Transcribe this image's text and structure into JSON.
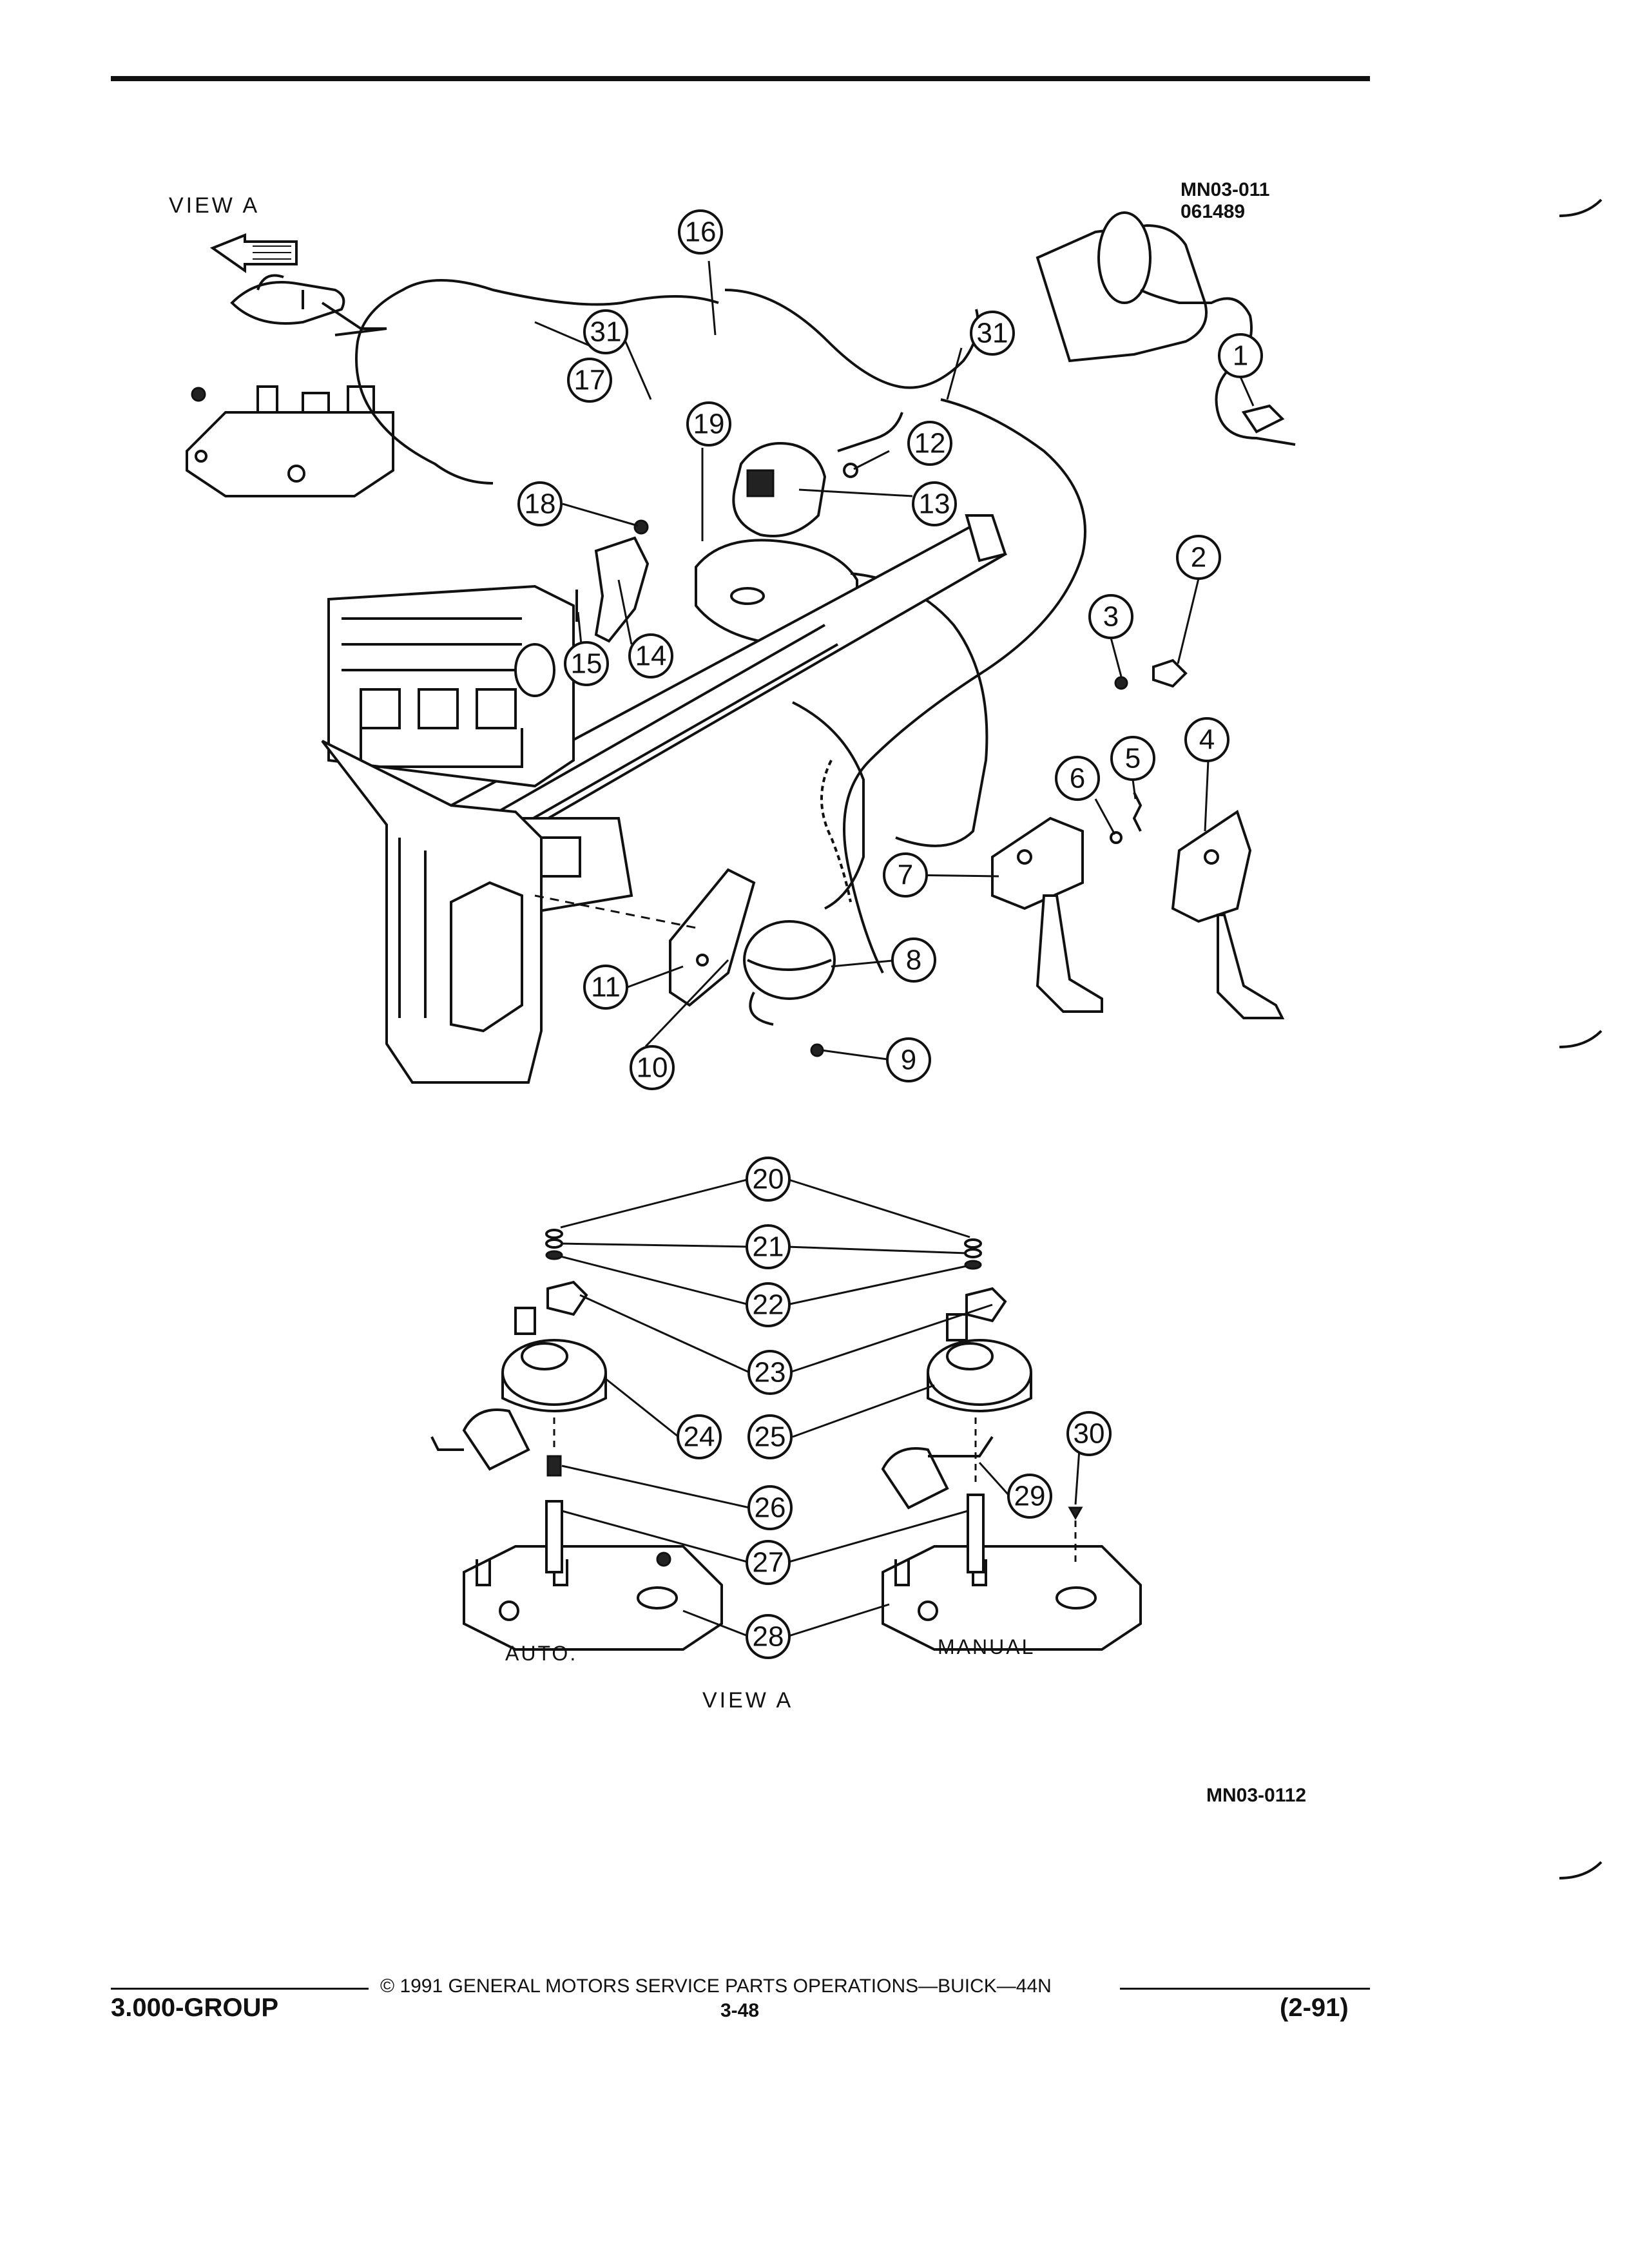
{
  "header": {
    "view_a_top": "VIEW A",
    "code_top_1": "MN03-011",
    "code_top_2": "061489"
  },
  "lower_view": {
    "auto_label": "AUTO.",
    "manual_label": "MANUAL",
    "view_caption": "VIEW A"
  },
  "figure_code": "MN03-0112",
  "footer": {
    "copyright": "© 1991 GENERAL MOTORS SERVICE PARTS OPERATIONS—BUICK—44N",
    "group": "3.000-GROUP",
    "page": "3-48",
    "date": "(2-91)"
  },
  "callouts": [
    "1",
    "2",
    "3",
    "4",
    "5",
    "6",
    "7",
    "8",
    "9",
    "10",
    "11",
    "12",
    "13",
    "14",
    "15",
    "16",
    "17",
    "18",
    "19",
    "31",
    "31",
    "20",
    "21",
    "22",
    "23",
    "24",
    "25",
    "26",
    "27",
    "28",
    "29",
    "30"
  ]
}
